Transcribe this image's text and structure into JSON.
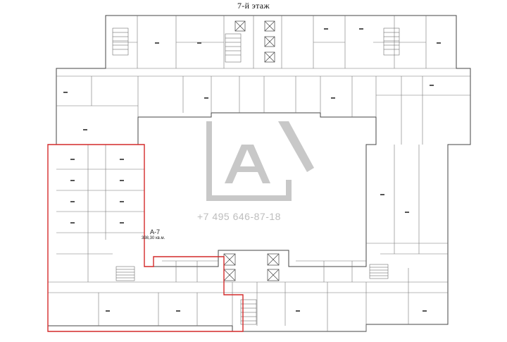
{
  "plan": {
    "floor_title": "7-й этаж",
    "unit": {
      "id": "А-7",
      "area": "398,30 кв.м."
    },
    "watermark": {
      "letter": "А",
      "phone": "+7 495 646-87-18",
      "color": "#c8c8c8"
    },
    "highlight_color": "#d42a2a",
    "line_color": "#444444"
  }
}
